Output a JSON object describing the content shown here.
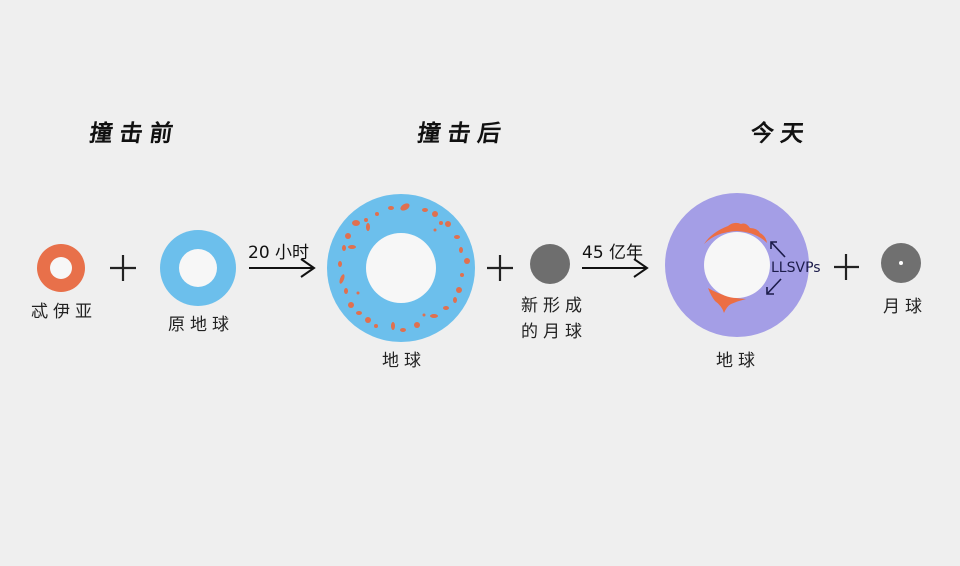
{
  "stages": {
    "before": {
      "title": "撞击前"
    },
    "after": {
      "title": "撞击后"
    },
    "today": {
      "title": "今天"
    }
  },
  "bodies": {
    "theia": {
      "label": "忒伊亚",
      "color": "#e8704a"
    },
    "proto_earth": {
      "label": "原地球",
      "color": "#6cbfec"
    },
    "earth_after": {
      "label": "地球",
      "color": "#6cbfec",
      "fragments_color": "#e0704f"
    },
    "new_moon": {
      "label_line1": "新形成",
      "label_line2": "的月球",
      "color": "#6e6e6e"
    },
    "earth_today": {
      "label": "地球",
      "color": "#a49ee6",
      "llsvp_color": "#ec6e43",
      "annotation": "LLSVPs"
    },
    "moon": {
      "label": "月球",
      "color": "#707070"
    }
  },
  "transitions": {
    "first": {
      "label": "20 小时"
    },
    "second": {
      "label": "45 亿年"
    }
  },
  "colors": {
    "background": "#efefef",
    "ring_hole": "#ffffff",
    "text": "#111111"
  }
}
